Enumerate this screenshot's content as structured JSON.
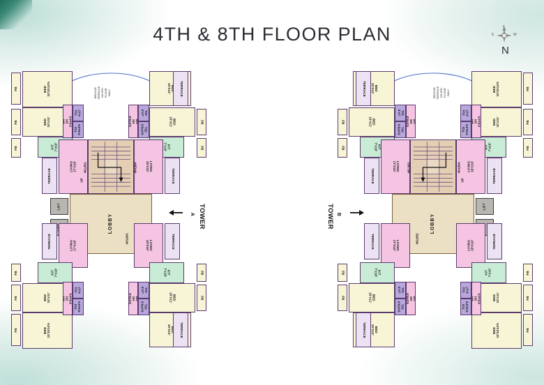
{
  "page": {
    "title": "4TH & 8TH FLOOR PLAN",
    "background_accent": "#1d6b5a",
    "background_tint": "#ddeeea"
  },
  "compass": {
    "name": "compass-rose",
    "north_label": "N",
    "east_label": "E",
    "west_label": "W",
    "up_label": "E"
  },
  "colors": {
    "bedroom": "#f7f5d6",
    "living": "#f4c4e2",
    "kitchen": "#c8ecd6",
    "toilet": "#b7a7dd",
    "terrace": "#ece2f3",
    "lobby": "#ece0c4",
    "lift": "#b9b5b0",
    "wall": "#5b3a6e",
    "window_line": "#4f7fd6"
  },
  "towers": [
    {
      "id": "A",
      "label": "TOWER",
      "arrow": "left",
      "lobby_label": "LOBBY",
      "lift_label": "LIFT",
      "stair_direction_label": "UP",
      "rescue_note": "RESCUE TERRACE\nON 8TH FLOOR ONLY",
      "units": [
        {
          "number": "401,801",
          "quadrant": "top-left"
        },
        {
          "number": "404,804",
          "quadrant": "top-right"
        },
        {
          "number": "402,802",
          "quadrant": "bottom-left"
        },
        {
          "number": "403,803",
          "quadrant": "bottom-right"
        }
      ],
      "entry_door_label": "E D",
      "rooms": {
        "bed_large": {
          "label": "BED",
          "dim": "10'3X14'6"
        },
        "bed_small": {
          "label": "BED",
          "dim": "10'x11'"
        },
        "bed_corner": {
          "label": "BED",
          "dim": "10'X12'"
        },
        "kitchen": {
          "label": "KIT",
          "dim": "7'x10'"
        },
        "living_left": {
          "label": "LIVING",
          "dim": "17'X10'"
        },
        "living_right": {
          "label": "LIVING",
          "dim": "18'X10'"
        },
        "toilet_a": {
          "label": "TOI",
          "dim": "4'x7'"
        },
        "toilet_b": {
          "label": "TOI",
          "dim": "6'6x4'6"
        },
        "wash": {
          "label": "WA\nSH",
          "dim": "6'6x4'6"
        },
        "terrace": {
          "label": "TERRACE"
        },
        "fb": {
          "label": "FB"
        }
      }
    },
    {
      "id": "B",
      "label": "TOWER",
      "arrow": "right",
      "lobby_label": "LOBBY",
      "lift_label": "LIFT",
      "stair_direction_label": "UP",
      "rescue_note": "RESCUE TERRACE\nON 8TH FLOOR ONLY",
      "units": [
        {
          "number": "401,801",
          "quadrant": "top-right"
        },
        {
          "number": "404,804",
          "quadrant": "top-left"
        },
        {
          "number": "402,802",
          "quadrant": "bottom-right"
        },
        {
          "number": "403,803",
          "quadrant": "bottom-left"
        }
      ],
      "entry_door_label": "E D",
      "rooms": {
        "bed_large": {
          "label": "BED",
          "dim": "10'3X14'6"
        },
        "bed_small": {
          "label": "BED",
          "dim": "10'x11'"
        },
        "bed_corner": {
          "label": "BED",
          "dim": "10'X12'"
        },
        "kitchen": {
          "label": "KIT",
          "dim": "7'x10'"
        },
        "living_left": {
          "label": "LIVING",
          "dim": "18'X10'"
        },
        "living_right": {
          "label": "LIVING",
          "dim": "17'X10'"
        },
        "toilet_a": {
          "label": "TOI",
          "dim": "4'x7'"
        },
        "toilet_b": {
          "label": "TOI",
          "dim": "6'6x4'6"
        },
        "wash": {
          "label": "WA\nSH",
          "dim": "6'6x4'6"
        },
        "terrace": {
          "label": "TERRACE"
        },
        "fb": {
          "label": "FB"
        }
      }
    }
  ]
}
